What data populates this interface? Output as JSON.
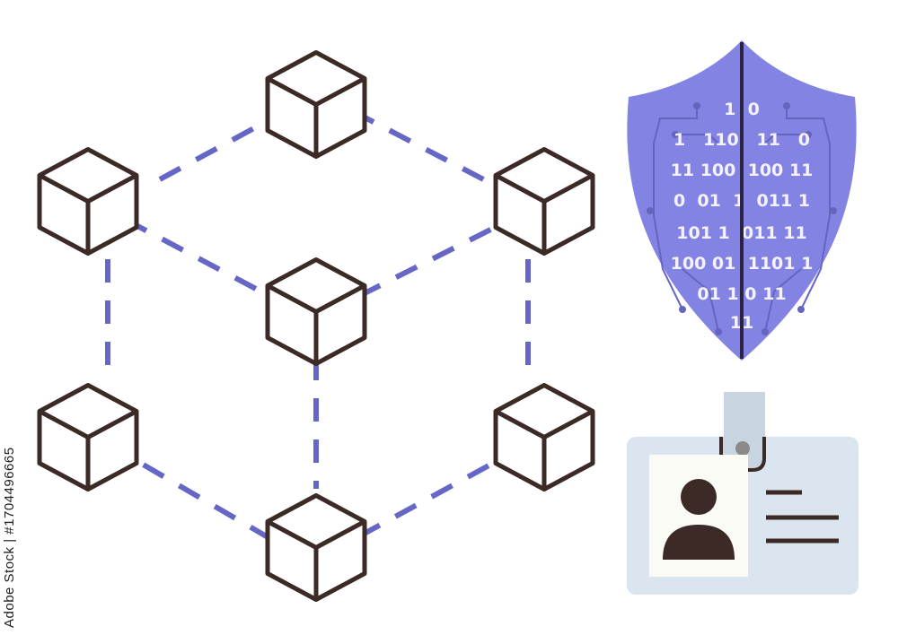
{
  "colors": {
    "cube_stroke": "#3b2a25",
    "dash": "#6666c7",
    "shield_fill": "#8383e3",
    "shield_line": "#6565bf",
    "shield_center": "#2b2440",
    "badge_bg": "#dbe5f0",
    "clip": "#c8d4e0",
    "photo_bg": "#fbfbf5",
    "person": "#3b2a25"
  },
  "icons": {
    "network": "blockchain-network-icon",
    "shield": "binary-shield-icon",
    "badge": "id-badge-icon"
  },
  "shield": {
    "binary_lines": [
      "1  0",
      "1   110   11   0",
      "11 100  100 11",
      "0  01  1  011 1",
      "101 1  011 11",
      "100 01  1101 1",
      "01 1 0 11",
      "11"
    ]
  },
  "watermark": {
    "source": "Adobe Stock",
    "separator": "|",
    "id": "#1704496665"
  }
}
